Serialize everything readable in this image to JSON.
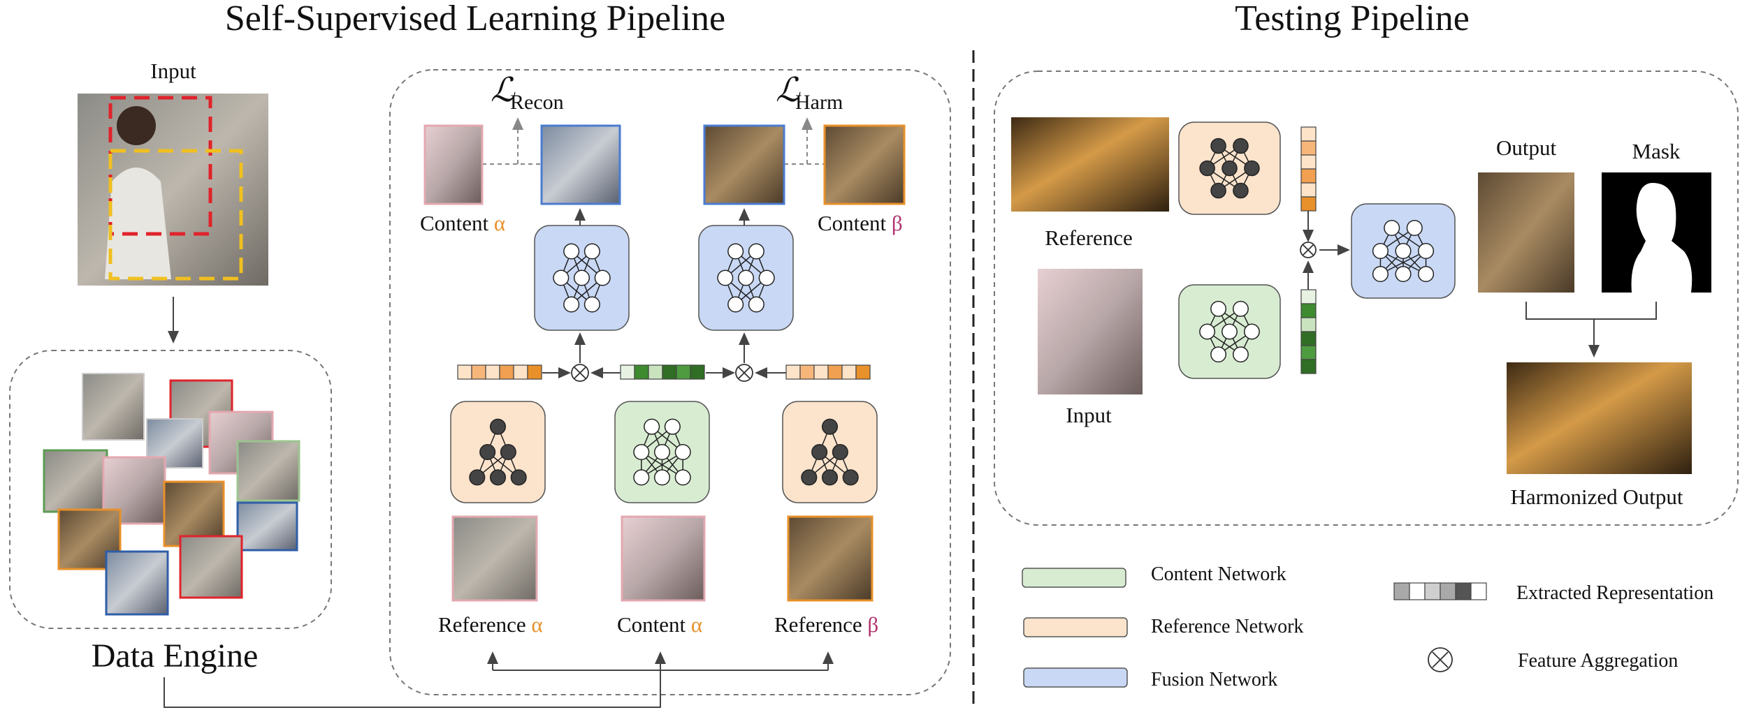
{
  "titles": {
    "left": "Self-Supervised Learning Pipeline",
    "right": "Testing Pipeline"
  },
  "ssl": {
    "input_label": "Input",
    "data_engine_label": "Data Engine",
    "loss_recon": {
      "symbol": "ℒ",
      "subscript": "Recon"
    },
    "loss_harm": {
      "symbol": "ℒ",
      "subscript": "Harm"
    },
    "content_alpha_top": {
      "text": "Content",
      "greek": "α"
    },
    "content_beta_top": {
      "text": "Content",
      "greek": "β"
    },
    "reference_alpha": {
      "text": "Reference",
      "greek": "α"
    },
    "content_alpha_bottom": {
      "text": "Content",
      "greek": "α"
    },
    "reference_beta": {
      "text": "Reference",
      "greek": "β"
    }
  },
  "testing": {
    "reference_label": "Reference",
    "input_label": "Input",
    "output_label": "Output",
    "mask_label": "Mask",
    "harmonized_label": "Harmonized Output"
  },
  "legend": {
    "content_network": "Content Network",
    "reference_network": "Reference Network",
    "fusion_network": "Fusion Network",
    "extracted_representation": "Extracted Representation",
    "feature_aggregation": "Feature Aggregation"
  },
  "colors": {
    "content_network": "#d8ecd2",
    "reference_network": "#fbe3cc",
    "fusion_network": "#c8d8f5",
    "alpha": "#e8902a",
    "beta": "#b0336d",
    "red_crop": "#e0232b",
    "yellow_crop": "#f0c020"
  }
}
